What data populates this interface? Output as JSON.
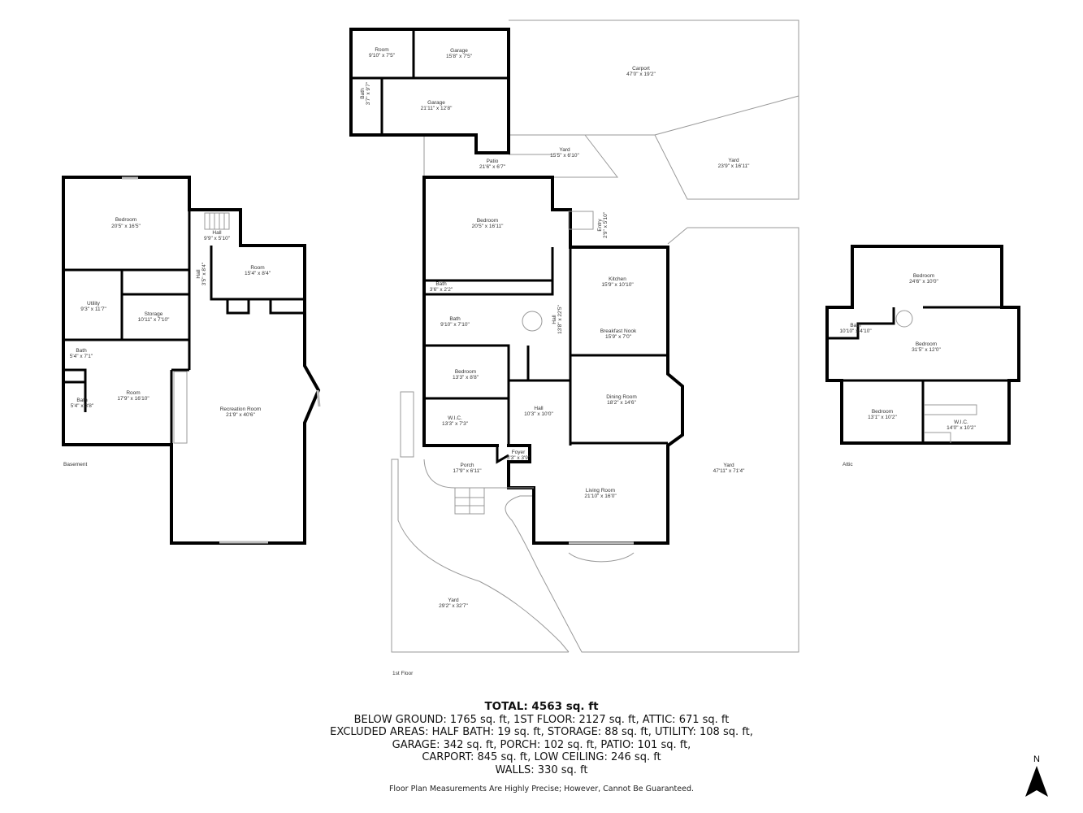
{
  "floors": [
    {
      "label": "Basement",
      "rooms": [
        {
          "name": "Bedroom",
          "dims": "20'5\" x 16'5\""
        },
        {
          "name": "Hall",
          "dims": "9'9\" x 5'10\""
        },
        {
          "name": "Hall",
          "dims": "3'5\" x 8'4\""
        },
        {
          "name": "Room",
          "dims": "15'4\" x 8'4\""
        },
        {
          "name": "Utility",
          "dims": "9'3\" x 11'7\""
        },
        {
          "name": "Storage",
          "dims": "10'11\" x 7'10\""
        },
        {
          "name": "Bath",
          "dims": "5'4\" x 7'1\""
        },
        {
          "name": "Room",
          "dims": "17'9\" x 16'10\""
        },
        {
          "name": "Bath",
          "dims": "5'4\" x 3'8\""
        },
        {
          "name": "Recreation Room",
          "dims": "21'9\" x 40'6\""
        }
      ]
    },
    {
      "label": "1st Floor",
      "rooms": [
        {
          "name": "Room",
          "dims": "9'10\" x 7'5\""
        },
        {
          "name": "Garage",
          "dims": "15'8\" x 7'5\""
        },
        {
          "name": "Bath",
          "dims": "3'7\" x 9'7\""
        },
        {
          "name": "Garage",
          "dims": "21'11\" x 12'8\""
        },
        {
          "name": "Carport",
          "dims": "47'0\" x 19'2\""
        },
        {
          "name": "Yard",
          "dims": "15'5\" x 6'10\""
        },
        {
          "name": "Patio",
          "dims": "21'6\" x 6'7\""
        },
        {
          "name": "Yard",
          "dims": "23'9\" x 16'11\""
        },
        {
          "name": "Bedroom",
          "dims": "20'5\" x 16'11\""
        },
        {
          "name": "Entry",
          "dims": "2'9\" x 5'10\""
        },
        {
          "name": "Bath",
          "dims": "3'6\" x 2'2\""
        },
        {
          "name": "Kitchen",
          "dims": "15'9\" x 10'10\""
        },
        {
          "name": "Bath",
          "dims": "9'10\" x 7'10\""
        },
        {
          "name": "Hall",
          "dims": "13'8\" x 22'5\""
        },
        {
          "name": "Breakfast Nook",
          "dims": "15'9\" x 7'0\""
        },
        {
          "name": "Bedroom",
          "dims": "13'3\" x 8'8\""
        },
        {
          "name": "Dining Room",
          "dims": "18'2\" x 14'6\""
        },
        {
          "name": "Hall",
          "dims": "10'3\" x 10'0\""
        },
        {
          "name": "W.I.C.",
          "dims": "13'3\" x 7'3\""
        },
        {
          "name": "Foyer",
          "dims": "5'3\" x 3'9\""
        },
        {
          "name": "Porch",
          "dims": "17'9\" x 6'11\""
        },
        {
          "name": "Yard",
          "dims": "47'11\" x 71'4\""
        },
        {
          "name": "Living Room",
          "dims": "21'10\" x 16'0\""
        },
        {
          "name": "Yard",
          "dims": "29'2\" x 32'7\""
        }
      ]
    },
    {
      "label": "Attic",
      "rooms": [
        {
          "name": "Bedroom",
          "dims": "24'6\" x 10'0\""
        },
        {
          "name": "Bath",
          "dims": "10'10\" x 4'10\""
        },
        {
          "name": "Bedroom",
          "dims": "31'5\" x 12'0\""
        },
        {
          "name": "Bedroom",
          "dims": "13'1\" x 10'2\""
        },
        {
          "name": "W.I.C.",
          "dims": "14'0\" x 10'2\""
        }
      ]
    }
  ],
  "summary": {
    "total": "TOTAL: 4563 sq. ft",
    "line1": "BELOW GROUND: 1765 sq. ft, 1ST FLOOR: 2127 sq. ft, ATTIC: 671 sq. ft",
    "line2": "EXCLUDED AREAS: HALF BATH: 19 sq. ft, STORAGE: 88 sq. ft, UTILITY: 108 sq. ft,",
    "line3": "GARAGE: 342 sq. ft, PORCH: 102 sq. ft, PATIO: 101 sq. ft,",
    "line4": "CARPORT: 845 sq. ft, LOW CEILING: 246 sq. ft",
    "line5": "WALLS: 330 sq. ft"
  },
  "disclaimer": "Floor Plan Measurements Are Highly Precise; However, Cannot Be Guaranteed.",
  "north_label": "N"
}
